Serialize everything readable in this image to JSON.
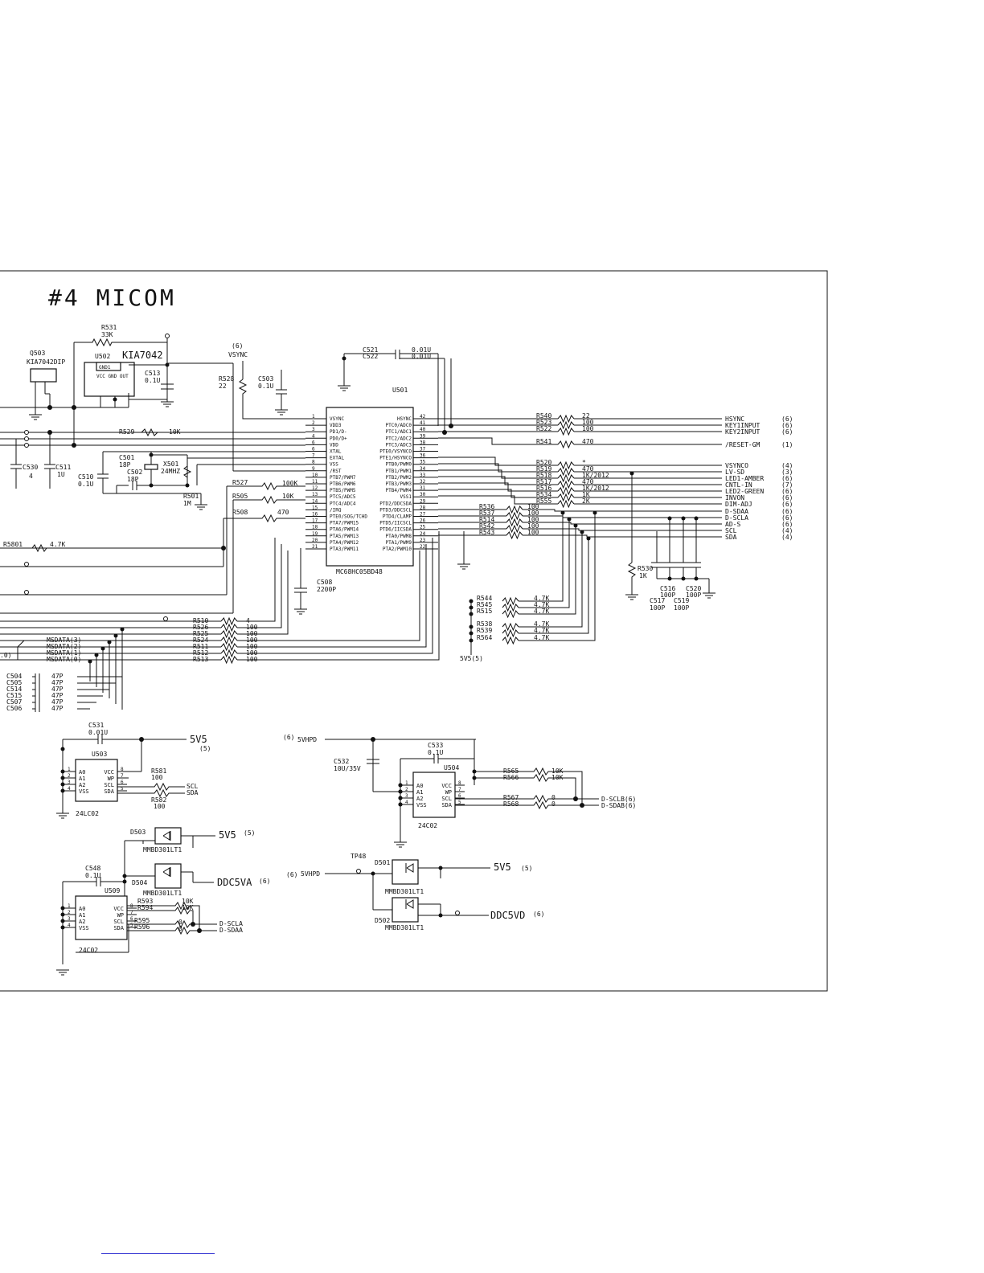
{
  "title": "#4 MICOM",
  "mcu": {
    "ref": "U501",
    "part": "MC68HC05BD48",
    "left_pins": [
      {
        "n": "1",
        "name": "VSYNC"
      },
      {
        "n": "2",
        "name": "VDD3"
      },
      {
        "n": "3",
        "name": "PD1/D-"
      },
      {
        "n": "4",
        "name": "PD0/D+"
      },
      {
        "n": "6",
        "name": "VDD"
      },
      {
        "n": "6",
        "name": "XTAL"
      },
      {
        "n": "7",
        "name": "EXTAL"
      },
      {
        "n": "8",
        "name": "VSS"
      },
      {
        "n": "9",
        "name": "/RST"
      },
      {
        "n": "10",
        "name": "PTB7/PWM7"
      },
      {
        "n": "11",
        "name": "PTB6/PWM6"
      },
      {
        "n": "12",
        "name": "PTB5/PWM5"
      },
      {
        "n": "13",
        "name": "PTC5/ADC5"
      },
      {
        "n": "14",
        "name": "PTC4/ADC4"
      },
      {
        "n": "15",
        "name": "/IRQ"
      },
      {
        "n": "16",
        "name": "PTE0/SOG/TCHD"
      },
      {
        "n": "17",
        "name": "PTA7/PWM15"
      },
      {
        "n": "18",
        "name": "PTA6/PWM14"
      },
      {
        "n": "19",
        "name": "PTA5/PWM13"
      },
      {
        "n": "20",
        "name": "PTA4/PWM12"
      },
      {
        "n": "21",
        "name": "PTA3/PWM11"
      }
    ],
    "right_pins": [
      {
        "n": "42",
        "name": "HSYNC"
      },
      {
        "n": "41",
        "name": "PTC0/ADC0"
      },
      {
        "n": "40",
        "name": "PTC1/ADC1"
      },
      {
        "n": "39",
        "name": "PTC2/ADC2"
      },
      {
        "n": "38",
        "name": "PTC3/ADC3"
      },
      {
        "n": "37",
        "name": "PTE0/VSYNCO"
      },
      {
        "n": "36",
        "name": "PTE1/HSYNCO"
      },
      {
        "n": "35",
        "name": "PTB0/PWM0"
      },
      {
        "n": "34",
        "name": "PTB1/PWM1"
      },
      {
        "n": "33",
        "name": "PTB2/PWM2"
      },
      {
        "n": "32",
        "name": "PTB3/PWM3"
      },
      {
        "n": "31",
        "name": "PTB4/PWM4"
      },
      {
        "n": "30",
        "name": "VSS1"
      },
      {
        "n": "29",
        "name": "PTD2/DDCSDA"
      },
      {
        "n": "28",
        "name": "PTD3/DDCSCL"
      },
      {
        "n": "27",
        "name": "PTD4/CLAMP"
      },
      {
        "n": "26",
        "name": "PTD5/IICSCL"
      },
      {
        "n": "25",
        "name": "PTD6/IICSDA"
      },
      {
        "n": "24",
        "name": "PTA0/PWM8"
      },
      {
        "n": "23",
        "name": "PTA1/PWM9"
      },
      {
        "n": "22",
        "name": "PTA2/PWM10"
      }
    ]
  },
  "outputs": [
    {
      "name": "HSYNC",
      "sheet": "(6)"
    },
    {
      "name": "KEY1INPUT",
      "sheet": "(6)"
    },
    {
      "name": "KEY2INPUT",
      "sheet": "(6)"
    },
    {
      "name": "/RESET-GM",
      "sheet": "(1)"
    },
    {
      "name": "VSYNCO",
      "sheet": "(4)"
    },
    {
      "name": "LV-SD",
      "sheet": "(3)"
    },
    {
      "name": "LED1-AMBER",
      "sheet": "(6)"
    },
    {
      "name": "CNTL-IN",
      "sheet": "(7)"
    },
    {
      "name": "LED2-GREEN",
      "sheet": "(6)"
    },
    {
      "name": "INVON",
      "sheet": "(6)"
    },
    {
      "name": "DIM-ADJ",
      "sheet": "(6)"
    },
    {
      "name": "D-SDAA",
      "sheet": "(6)"
    },
    {
      "name": "D-SCLA",
      "sheet": "(6)"
    },
    {
      "name": "AD-S",
      "sheet": "(6)"
    },
    {
      "name": "SCL",
      "sheet": "(4)"
    },
    {
      "name": "SDA",
      "sheet": "(4)"
    }
  ],
  "series_res": [
    {
      "ref": "R540",
      "val": "22"
    },
    {
      "ref": "R523",
      "val": "100"
    },
    {
      "ref": "R522",
      "val": "100"
    },
    {
      "ref": "R541",
      "val": "470"
    },
    {
      "ref": "R520",
      "val": "*"
    },
    {
      "ref": "R519",
      "val": "470"
    },
    {
      "ref": "R518",
      "val": "1K/2012"
    },
    {
      "ref": "R517",
      "val": "470"
    },
    {
      "ref": "R516",
      "val": "1K/2012"
    },
    {
      "ref": "R534",
      "val": "1K"
    },
    {
      "ref": "R555",
      "val": "2K"
    },
    {
      "ref": "R536",
      "val": "100"
    },
    {
      "ref": "R537",
      "val": "100"
    },
    {
      "ref": "R514",
      "val": "100"
    },
    {
      "ref": "R542",
      "val": "100"
    },
    {
      "ref": "R543",
      "val": "100"
    }
  ],
  "pullups": [
    {
      "ref": "R544",
      "val": "4.7K"
    },
    {
      "ref": "R545",
      "val": "4.7K"
    },
    {
      "ref": "R515",
      "val": "4.7K"
    },
    {
      "ref": "R538",
      "val": "4.7K"
    },
    {
      "ref": "R539",
      "val": "4.7K"
    },
    {
      "ref": "R564",
      "val": "4.7K"
    }
  ],
  "left_res": [
    {
      "ref": "R510",
      "val": "4"
    },
    {
      "ref": "R526",
      "val": "100"
    },
    {
      "ref": "R525",
      "val": "100"
    },
    {
      "ref": "R524",
      "val": "100"
    },
    {
      "ref": "R511",
      "val": "100"
    },
    {
      "ref": "R512",
      "val": "100"
    },
    {
      "ref": "R513",
      "val": "100"
    }
  ],
  "msdata": [
    "MSDATA(3)",
    "MSDATA(2)",
    "MSDATA(1)",
    "MSDATA(0)"
  ],
  "caps47": [
    {
      "ref": "C504",
      "val": "47P"
    },
    {
      "ref": "C505",
      "val": "47P"
    },
    {
      "ref": "C514",
      "val": "47P"
    },
    {
      "ref": "C515",
      "val": "47P"
    },
    {
      "ref": "C507",
      "val": "47P"
    },
    {
      "ref": "C506",
      "val": "47P"
    }
  ],
  "labels": {
    "r531": "R531",
    "r531v": "33K",
    "q503": "Q503",
    "q503p": "KIA7042DIP",
    "u502": "U502",
    "u502p": "KIA7042",
    "u502pins": "GND1",
    "u502pins2": "VCC GND OUT",
    "c513": "C513",
    "c513v": "0.1U",
    "vsync6": "(6)",
    "vsync": "VSYNC",
    "r528": "R528",
    "r528v": "22",
    "c503": "C503",
    "c503v": "0.1U",
    "c521": "C521",
    "c522": "C522",
    "c521v": "0.01U",
    "c522v": "0.01U",
    "r529": "R529",
    "r529v": "10K",
    "c530": "C530",
    "c530v": "4",
    "c511": "C511",
    "c511v": "1U",
    "c510": "C510",
    "c510v": "0.1U",
    "c501": "C501",
    "c501v": "18P",
    "c502": "C502",
    "c502v": "18P",
    "x501": "X501",
    "x501v": "24MHZ",
    "r501": "R501",
    "r501v": "1M",
    "r527": "R527",
    "r527v": "100K",
    "r505": "R505",
    "r505v": "10K",
    "r508": "R508",
    "r508v": "470",
    "rs801": "R5801",
    "rs801v": "4.7K",
    "c508": "C508",
    "c508v": "2200P",
    "r530": "R530",
    "r530v": "1K",
    "c516": "C516",
    "c516v": "100P",
    "c520": "C520",
    "c520v": "100P",
    "c517": "C517",
    "c517v": "100P",
    "c519": "C519",
    "c519v": "100P",
    "v5v5_5": "5V5(5)",
    "d0": ".0)"
  },
  "eeprom1": {
    "c531": "C531",
    "c531v": "0.01U",
    "net": "5V5",
    "sheet": "(5)",
    "ref": "U503",
    "part": "24LC02",
    "pins_l": [
      "A0",
      "A1",
      "A2",
      "VSS"
    ],
    "pins_r": [
      "VCC",
      "WP",
      "SCL",
      "SDA"
    ],
    "r581": "R581",
    "r581v": "100",
    "r582": "R582",
    "r582v": "100",
    "scl": "SCL",
    "sda": "SDA"
  },
  "eeprom2": {
    "net": "5VHPD",
    "sheet": "(6)",
    "c532": "C532",
    "c532v": "10U/35V",
    "c533": "C533",
    "c533v": "0.1U",
    "ref": "U504",
    "part": "24C02",
    "pins_l": [
      "A0",
      "A1",
      "A2",
      "VSS"
    ],
    "pins_r": [
      "VCC",
      "WP",
      "SCL",
      "SDA"
    ],
    "r565": "R565",
    "r565v": "10K",
    "r566": "R566",
    "r566v": "10K",
    "r567": "R567",
    "r567v": "0",
    "r568": "R568",
    "r568v": "0",
    "dsclb": "D-SCLB(6)",
    "dsdab": "D-SDAB(6)"
  },
  "eeprom3": {
    "d503": "D503",
    "d504": "D504",
    "diode": "MMBD301LT1",
    "net1": "5V5",
    "sheet1": "(5)",
    "net2": "DDC5VA",
    "sheet2": "(6)",
    "c548": "C548",
    "c548v": "0.1U",
    "ref": "U509",
    "part": "24C02",
    "pins_l": [
      "A0",
      "A1",
      "A2",
      "VSS"
    ],
    "pins_r": [
      "VCC",
      "WP",
      "SCL",
      "SDA"
    ],
    "r593": "R593",
    "r593v": "10K",
    "r594": "R594",
    "r594v": "10K",
    "r595": "R595",
    "r595v": "0",
    "r596": "R596",
    "r596v": "0",
    "dscla": "D-SCLA",
    "dsdaa": "D-SDAA"
  },
  "hpd": {
    "tp": "TP48",
    "net": "5VHPD",
    "sheet": "(6)",
    "d501": "D501",
    "d502": "D502",
    "diode": "MMBD301LT1",
    "out1": "5V5",
    "out1s": "(5)",
    "out2": "DDC5VD",
    "out2s": "(6)"
  }
}
